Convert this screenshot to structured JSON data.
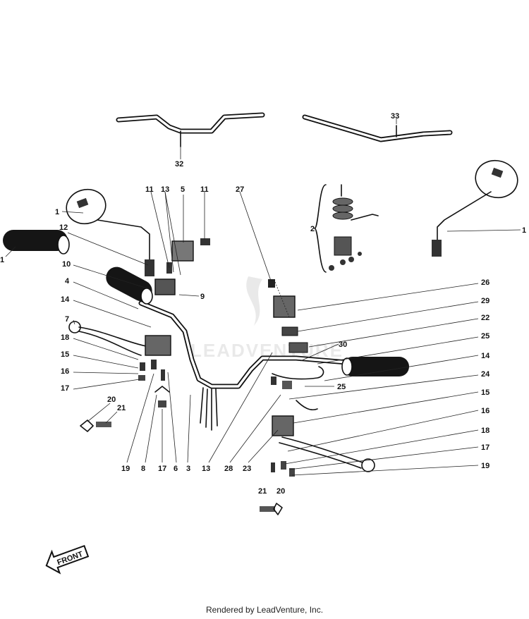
{
  "diagram": {
    "callouts": [
      "1",
      "1",
      "1",
      "2",
      "3",
      "4",
      "5",
      "6",
      "7",
      "8",
      "9",
      "10",
      "11",
      "11",
      "12",
      "13",
      "13",
      "14",
      "14",
      "15",
      "15",
      "16",
      "16",
      "17",
      "17",
      "17",
      "18",
      "18",
      "19",
      "19",
      "20",
      "20",
      "21",
      "21",
      "22",
      "23",
      "24",
      "25",
      "25",
      "26",
      "27",
      "28",
      "29",
      "30",
      "32",
      "33"
    ],
    "front_arrow": "FRONT",
    "watermark": "LEADVENTURE",
    "footer": "Rendered by LeadVenture, Inc."
  }
}
